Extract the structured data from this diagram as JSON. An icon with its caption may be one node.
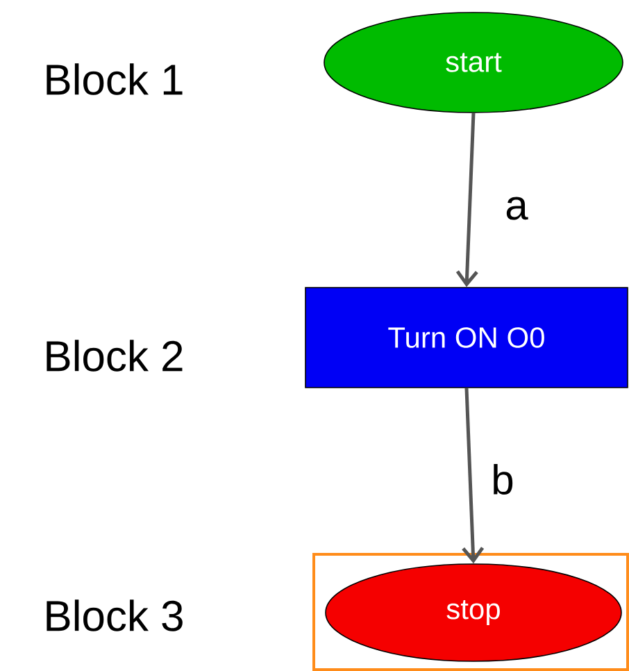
{
  "diagram": {
    "nodes": [
      {
        "text": [
          "start"
        ]
      },
      {
        "text": [
          "Turn ON O0"
        ]
      },
      {
        "text": [
          "stop"
        ]
      }
    ],
    "edges": [
      {
        "from": 0,
        "to": 1,
        "arrow": "to",
        "label": "a"
      },
      {
        "from": 1,
        "to": 2,
        "arrow": "to",
        "label": "b"
      }
    ],
    "labels": [
      "Block 1",
      "Block 2",
      "Block 3"
    ]
  }
}
